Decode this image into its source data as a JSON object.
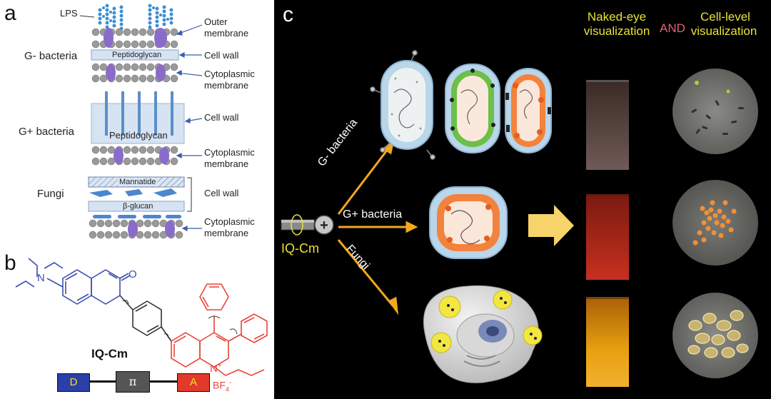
{
  "panel_a": {
    "letter": "a",
    "lps": "LPS",
    "gneg": "G- bacteria",
    "gpos": "G+ bacteria",
    "fungi": "Fungi",
    "peptidoglycan": "Peptidoglycan",
    "mannatide": "Mannatide",
    "betaglucan": "β-glucan",
    "outer_membrane_1": "Outer",
    "outer_membrane_2": "membrane",
    "cell_wall": "Cell wall",
    "cyto_1": "Cytoplasmic",
    "cyto_2": "membrane"
  },
  "panel_b": {
    "letter": "b",
    "compound": "IQ-Cm",
    "n_label": "N",
    "o_label": "O",
    "n_plus": "N",
    "plus": "+",
    "counterion_main": "BF",
    "counterion_sub": "4",
    "counterion_sup": "-",
    "donor": "D",
    "bridge": "π",
    "acceptor": "A",
    "colors": {
      "donor": "#2b3fa8",
      "acceptor": "#e23a2a",
      "bridge": "#555555",
      "donor_struct": "#3d4eb0",
      "acceptor_struct": "#e8433a"
    }
  },
  "panel_c": {
    "letter": "c",
    "naked_1": "Naked-eye",
    "naked_2": "visualization",
    "and": "AND",
    "cell_1": "Cell-level",
    "cell_2": "visualization",
    "probe": "IQ-Cm",
    "probe_symbol": "+",
    "arrow_gneg": "G- bacteria",
    "arrow_gpos": "G+ bacteria",
    "arrow_fungi": "Fungi",
    "colors": {
      "background": "#000000",
      "title": "#e8e23a",
      "and": "#e0607a",
      "arrow": "#f2a81d"
    }
  }
}
